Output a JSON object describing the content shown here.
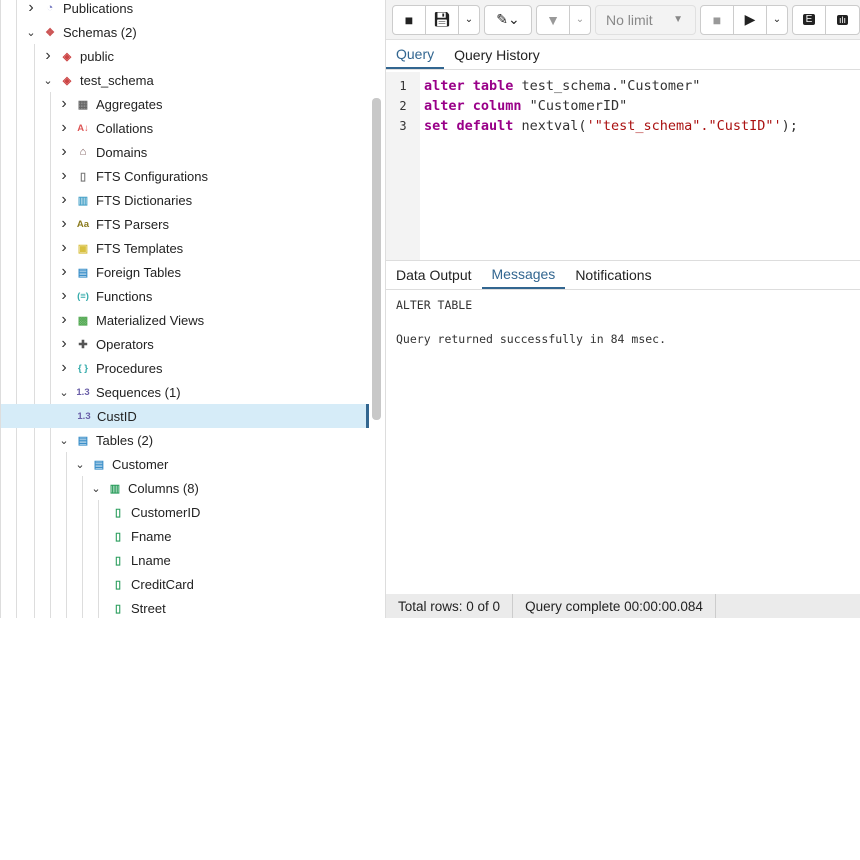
{
  "tree": {
    "items": [
      {
        "label": "Publications",
        "icon": "publication-icon"
      },
      {
        "label": "Schemas (2)",
        "icon": "schemas-icon"
      },
      {
        "label": "public",
        "icon": "schema-icon"
      },
      {
        "label": "test_schema",
        "icon": "schema-icon"
      },
      {
        "label": "Aggregates",
        "icon": "aggregate-icon"
      },
      {
        "label": "Collations",
        "icon": "collation-icon"
      },
      {
        "label": "Domains",
        "icon": "domain-icon"
      },
      {
        "label": "FTS Configurations",
        "icon": "fts-configuration-icon"
      },
      {
        "label": "FTS Dictionaries",
        "icon": "fts-dictionary-icon"
      },
      {
        "label": "FTS Parsers",
        "icon": "fts-parser-icon",
        "glyph": "Aa"
      },
      {
        "label": "FTS Templates",
        "icon": "fts-template-icon"
      },
      {
        "label": "Foreign Tables",
        "icon": "foreign-table-icon"
      },
      {
        "label": "Functions",
        "icon": "function-icon"
      },
      {
        "label": "Materialized Views",
        "icon": "materialized-view-icon"
      },
      {
        "label": "Operators",
        "icon": "operator-icon"
      },
      {
        "label": "Procedures",
        "icon": "procedure-icon"
      },
      {
        "label": "Sequences (1)",
        "icon": "sequence-icon",
        "glyph": "1.3"
      },
      {
        "label": "CustID",
        "icon": "sequence-icon",
        "glyph": "1.3"
      },
      {
        "label": "Tables (2)",
        "icon": "tables-icon"
      },
      {
        "label": "Customer",
        "icon": "table-icon"
      },
      {
        "label": "Columns (8)",
        "icon": "columns-icon"
      },
      {
        "label": "CustomerID",
        "icon": "column-icon"
      },
      {
        "label": "Fname",
        "icon": "column-icon"
      },
      {
        "label": "Lname",
        "icon": "column-icon"
      },
      {
        "label": "CreditCard",
        "icon": "column-icon"
      },
      {
        "label": "Street",
        "icon": "column-icon"
      }
    ]
  },
  "toolbar": {
    "limit": "No limit",
    "explain": "E",
    "analyze": "ılı"
  },
  "query_tabs": [
    "Query",
    "Query History"
  ],
  "editor": {
    "line_numbers": [
      "1",
      "2",
      "3"
    ],
    "lines": [
      [
        {
          "t": "alter table",
          "k": "kw"
        },
        {
          "t": " test_schema.\"Customer\"",
          "k": ""
        }
      ],
      [
        {
          "t": "alter column",
          "k": "kw"
        },
        {
          "t": " \"CustomerID\"",
          "k": ""
        }
      ],
      [
        {
          "t": "set default",
          "k": "kw"
        },
        {
          "t": " nextval(",
          "k": ""
        },
        {
          "t": "'\"test_schema\".\"CustID\"'",
          "k": "str"
        },
        {
          "t": ");",
          "k": ""
        }
      ]
    ]
  },
  "result_tabs": [
    "Data Output",
    "Messages",
    "Notifications"
  ],
  "messages": [
    "ALTER TABLE",
    "Query returned successfully in 84 msec."
  ],
  "status": {
    "rows": "Total rows: 0 of 0",
    "complete": "Query complete 00:00:00.084"
  },
  "colors": {
    "accent": "#326690",
    "keyword": "#990099",
    "string": "#aa1111"
  }
}
